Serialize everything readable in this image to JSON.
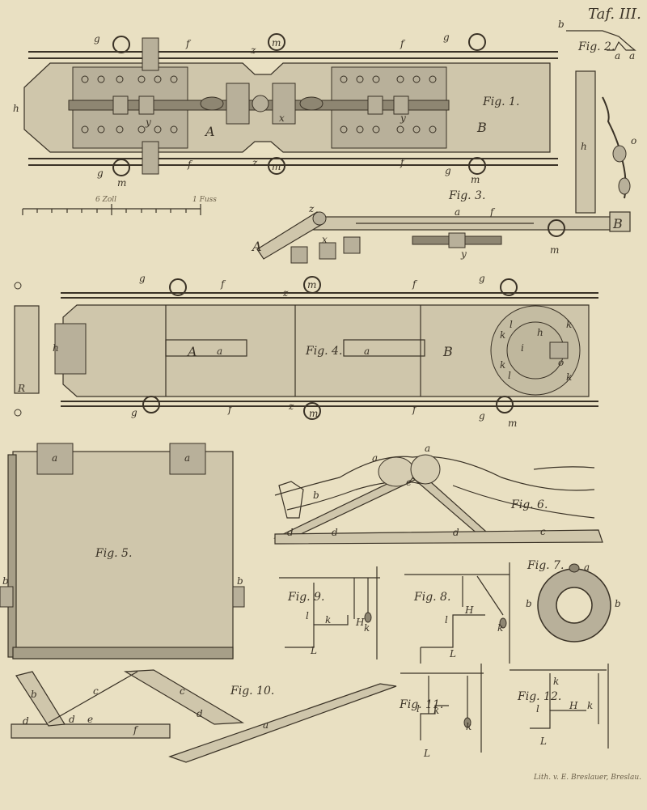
{
  "plate": {
    "tafel": "Taf. III.",
    "lithographer": "Lith. v. E. Breslauer, Breslau."
  },
  "figures": {
    "fig1": "Fig. 1.",
    "fig2": "Fig. 2.",
    "fig3": "Fig. 3.",
    "fig4": "Fig. 4.",
    "fig5": "Fig. 5.",
    "fig6": "Fig. 6.",
    "fig7": "Fig. 7.",
    "fig8": "Fig. 8.",
    "fig9": "Fig. 9.",
    "fig10": "Fig. 10.",
    "fig11": "Fig. 11.",
    "fig12": "Fig. 12."
  },
  "scale": {
    "zoll": "6 Zoll",
    "fuss": "1 Fuss"
  },
  "letters": {
    "A": "A",
    "B": "B",
    "R": "R",
    "H": "H",
    "L": "L",
    "a": "a",
    "b": "b",
    "c": "c",
    "d": "d",
    "e": "e",
    "f": "f",
    "g": "g",
    "h": "h",
    "i": "i",
    "k": "k",
    "l": "l",
    "m": "m",
    "o": "o",
    "x": "x",
    "y": "y",
    "z": "z"
  }
}
